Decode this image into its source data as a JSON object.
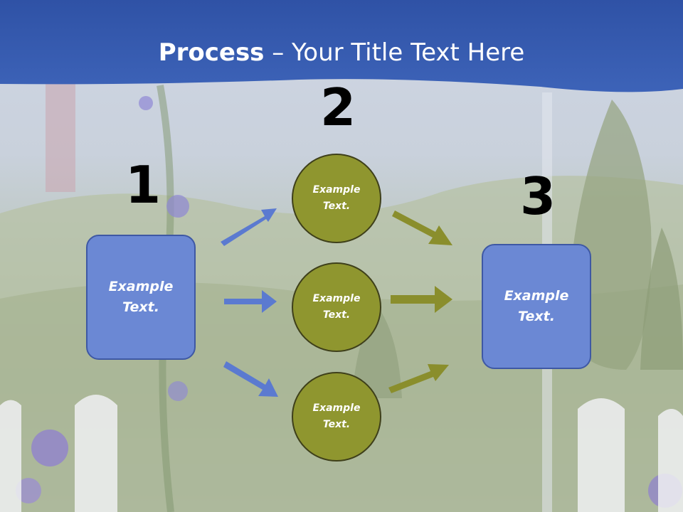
{
  "slide": {
    "title_bold": "Process",
    "title_rest": " – Your Title Text Here",
    "numbers": [
      "1",
      "2",
      "3"
    ],
    "left_box": "Example\nText.",
    "right_box": "Example\nText.",
    "circles": [
      "Example\nText.",
      "Example\nText.",
      "Example\nText."
    ]
  },
  "colors": {
    "header_blue": "#3a5fb0",
    "box_blue": "#6b88d4",
    "circle_olive": "#8f962f",
    "arrow_blue": "#5b7ad0",
    "arrow_olive": "#8a8e2c"
  }
}
